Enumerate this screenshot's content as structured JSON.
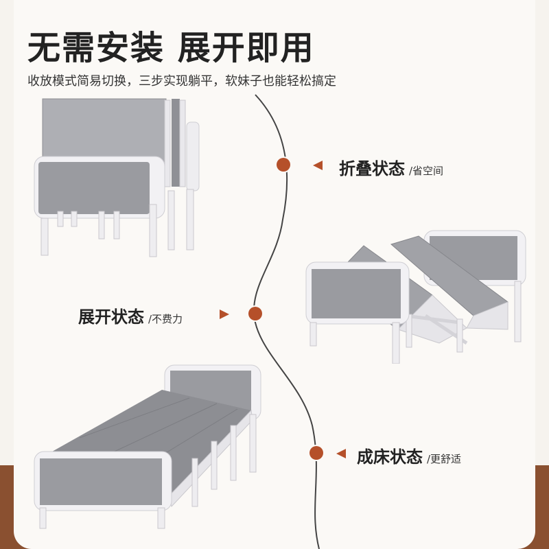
{
  "headline": "无需安装 展开即用",
  "subheadline": "收放模式简易切换，三步实现躺平，软妹子也能轻松搞定",
  "states": [
    {
      "title": "折叠状态",
      "note": "/省空间"
    },
    {
      "title": "展开状态",
      "note": "/不费力"
    },
    {
      "title": "成床状态",
      "note": "/更舒适"
    }
  ],
  "colors": {
    "accent": "#b5502a",
    "background": "#f6f3ee",
    "footer_band": "#8a5030",
    "frame": "#e9e8ec",
    "fabric": "#9a9ba0"
  }
}
